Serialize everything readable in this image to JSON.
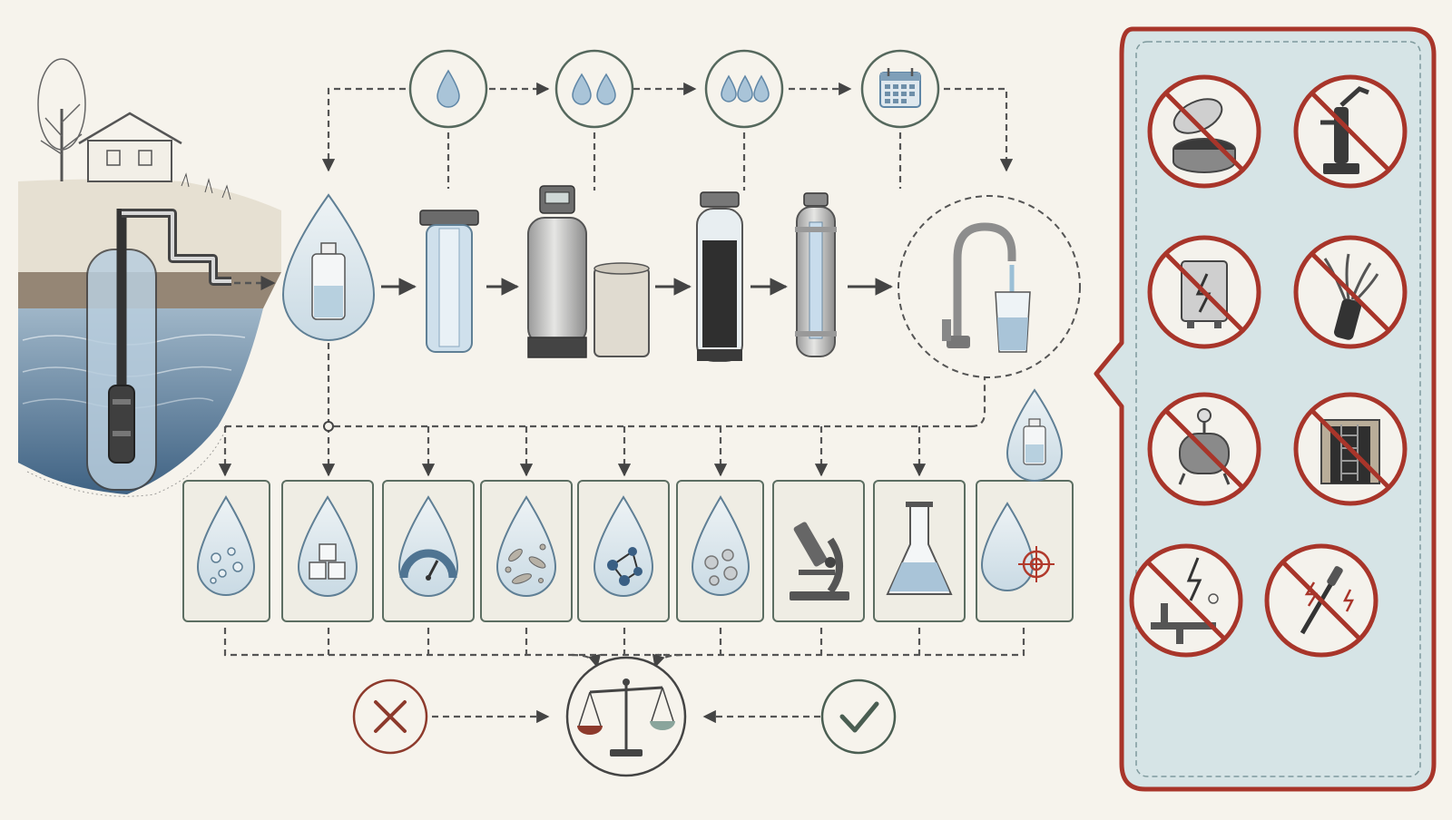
{
  "colors": {
    "background": "#f6f3ec",
    "line": "#4d4d4d",
    "dash": "#555555",
    "box_stroke": "#5c6e62",
    "box_fill": "#efede4",
    "water": "#a9c4d8",
    "water_deep": "#5f86a6",
    "panel_fill": "#d6e4e6",
    "panel_stroke": "#a8352a",
    "prohibit": "#a8352a",
    "check": "#4a5e52",
    "scale_left": "#8d3a2c",
    "scale_right": "#8aa59c"
  },
  "diagram": {
    "sampling_frequency_icons": [
      "single-drop-icon",
      "two-drops-icon",
      "three-drops-icon",
      "calendar-icon"
    ],
    "treatment_chain": [
      "well-source",
      "sample-bottle-drop",
      "sediment-filter",
      "water-softener",
      "carbon-filter",
      "uv-sterilizer",
      "kitchen-tap-with-glass"
    ],
    "test_parameters": [
      "dissolved-particles-icon",
      "hardness-cubes-icon",
      "ph-gauge-icon",
      "bacteria-icon",
      "molecule-icon",
      "mineral-bubbles-icon",
      "microscope-icon",
      "lab-flask-icon",
      "target-contaminant-icon"
    ],
    "evaluation": [
      "fail-x-icon",
      "balance-scale-icon",
      "pass-check-icon"
    ],
    "prohibited_locations": [
      "open-well-cap-icon",
      "hand-pump-icon",
      "electrical-box-icon",
      "wires-cable-icon",
      "pressure-tank-icon",
      "well-pit-ladder-icon",
      "electrical-pipe-spark-icon",
      "probe-spark-icon"
    ]
  }
}
